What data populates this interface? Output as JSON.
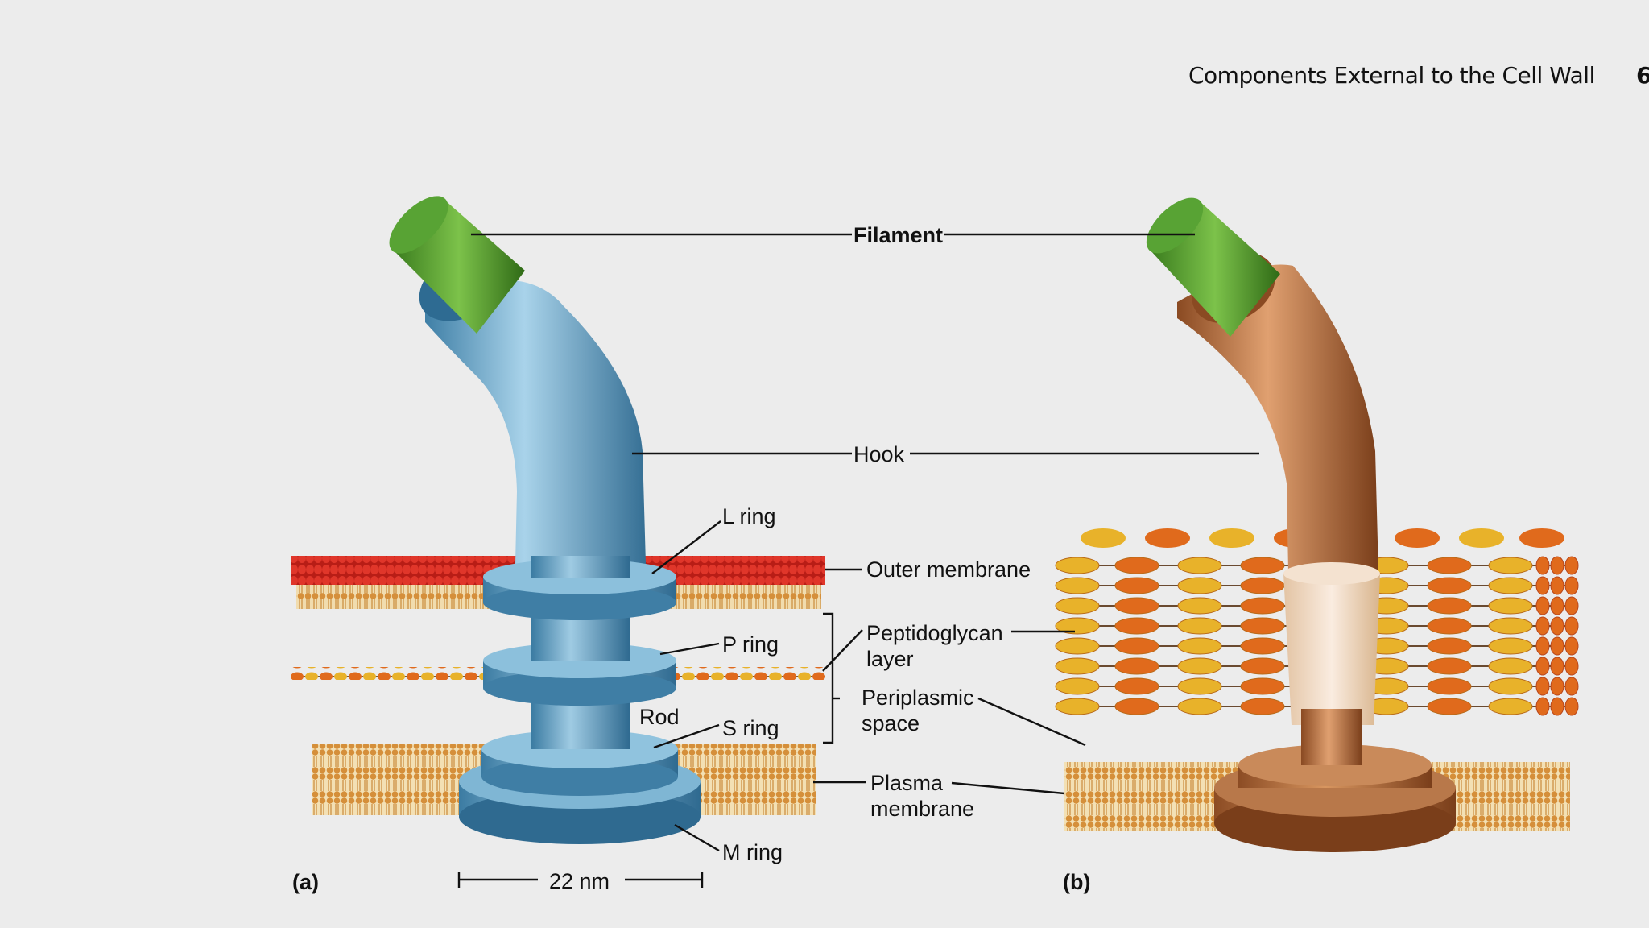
{
  "header": {
    "title": "Components External to the Cell Wall",
    "page_number": "6"
  },
  "labels": {
    "filament": "Filament",
    "hook": "Hook",
    "l_ring": "L ring",
    "outer_membrane": "Outer membrane",
    "p_ring": "P ring",
    "peptidoglycan_1": "Peptidoglycan",
    "peptidoglycan_2": "layer",
    "periplasmic_1": "Periplasmic",
    "periplasmic_2": "space",
    "rod": "Rod",
    "s_ring": "S ring",
    "plasma_1": "Plasma",
    "plasma_2": "membrane",
    "m_ring": "M ring",
    "scale": "22 nm",
    "panel_a": "(a)",
    "panel_b": "(b)"
  },
  "colors": {
    "filament_green": "#4f9a2a",
    "hook_blue": "#6fa8c8",
    "hook_brown": "#a8663a",
    "outer_membrane_red": "#c8211a",
    "lipid_tan": "#d9a050",
    "peptidoglycan_orange": "#e06a1c",
    "peptidoglycan_yellow": "#e8b22a"
  }
}
